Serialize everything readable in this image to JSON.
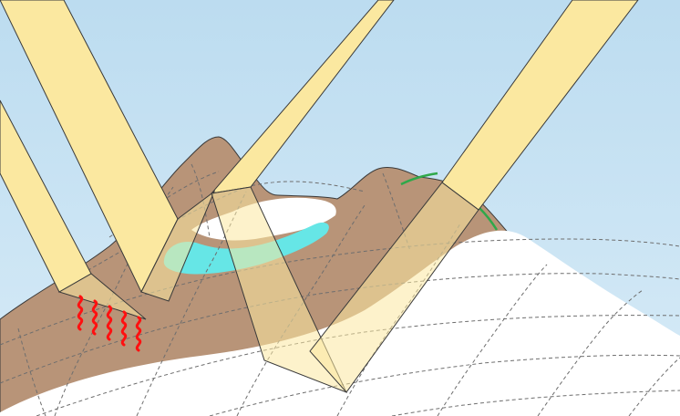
{
  "diagram": {
    "colors": {
      "sky_top": "#bcdcf0",
      "sky_bottom": "#d7ebf7",
      "bare_ground": "#b89478",
      "snow": "#ffffff",
      "water": "#66e6e6",
      "vegetation": "#2fa84a",
      "sun_beam": "#fbe8a0",
      "heat_wave": "#ff1010",
      "grid_line": "#6e6e6e",
      "outline": "#3a3a3a"
    },
    "elements": [
      "sky",
      "mountain-terrain",
      "snow-field",
      "meltwater-pond",
      "vegetation-patch",
      "terrain-grid",
      "sunlight-beam-1",
      "sunlight-beam-2",
      "sunlight-beam-3",
      "sunlight-beam-4",
      "heat-emission-waves"
    ]
  }
}
